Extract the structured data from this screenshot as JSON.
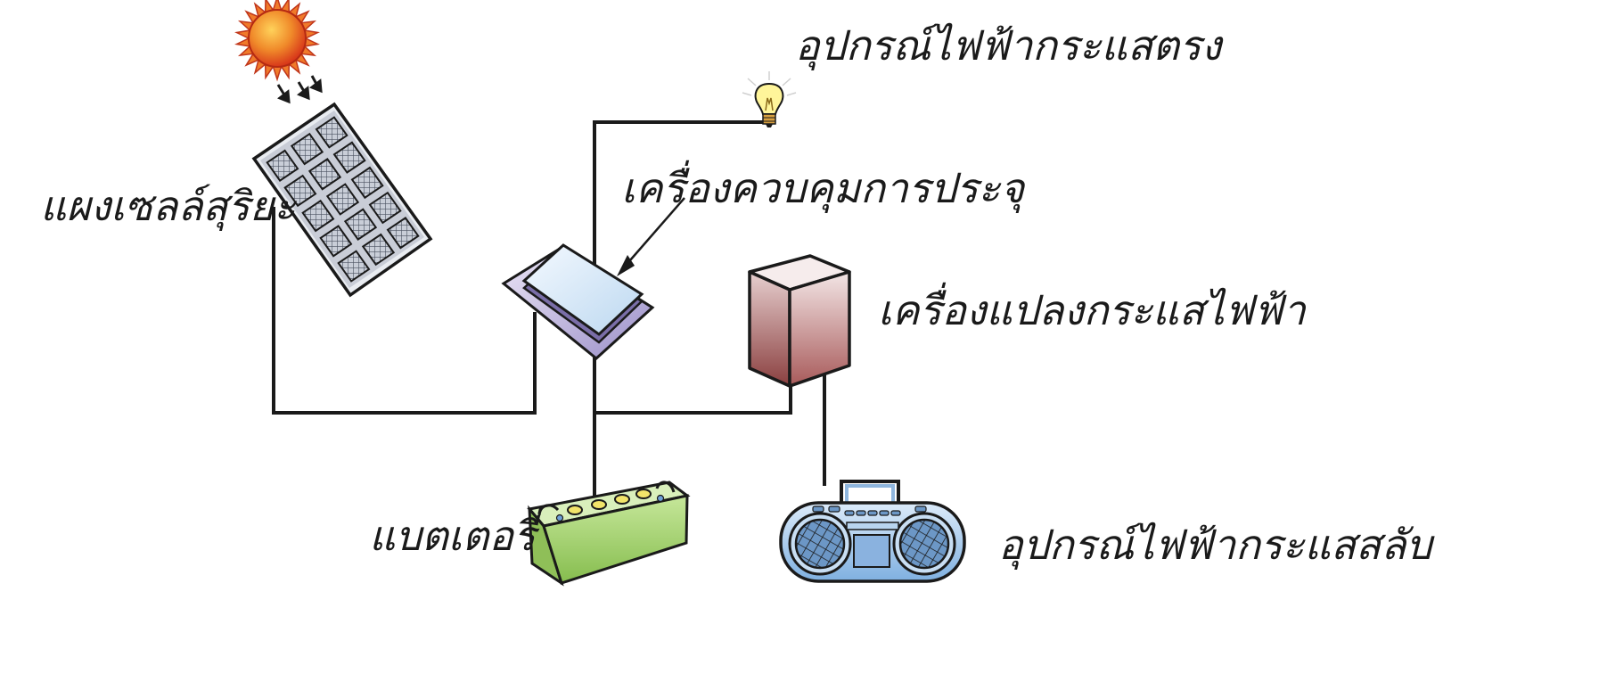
{
  "diagram": {
    "labels": {
      "solar_panel": "แผงเซลล์สุริยะ",
      "charge_controller": "เครื่องควบคุมการประจุ",
      "dc_device": "อุปกรณ์ไฟฟ้ากระแสตรง",
      "inverter": "เครื่องแปลงกระแสไฟฟ้า",
      "battery": "แบตเตอรี่",
      "ac_device": "อุปกรณ์ไฟฟ้ากระแสสลับ"
    },
    "icons": {
      "sun": "sun-icon",
      "solar_panel": "solar-panel-icon",
      "charge_controller": "charge-controller-icon",
      "light_bulb": "light-bulb-icon",
      "inverter": "inverter-box-icon",
      "battery": "battery-icon",
      "radio": "boombox-radio-icon"
    },
    "colors": {
      "sun": "#e8501e",
      "panel": "#9aa3b5",
      "controller": "#cfe3f5",
      "inverter": "#b56a6a",
      "battery": "#9fcf6a",
      "radio": "#9cc3e8",
      "wire": "#1a1a1a"
    }
  }
}
